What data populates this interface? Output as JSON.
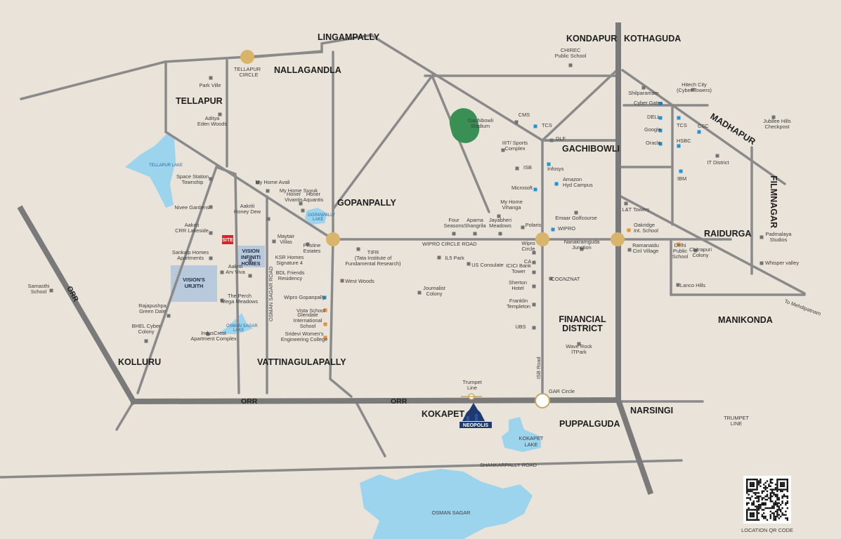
{
  "colors": {
    "background": "#eae3d9",
    "road": "#8a8a8a",
    "major_road": "#7a7a7a",
    "water": "#9cd4ee",
    "junction": "#d9b46b",
    "stadium": "#3a8f55",
    "marker_grey": "#737373",
    "marker_blue": "#2193d8",
    "marker_orange": "#e8902e",
    "site": "#d8232a",
    "highlight_box": "#b7c9da"
  },
  "areas": {
    "lingampally": "LINGAMPALLY",
    "kondapur": "KONDAPUR",
    "kothaguda": "KOTHAGUDA",
    "tellapur": "TELLAPUR",
    "nallagandla": "NALLAGANDLA",
    "gachibowli": "GACHIBOWLI",
    "madhapur": "MADHAPUR",
    "filmnagar": "FILMNAGAR",
    "gopanpally": "GOPANPALLY",
    "raidurga": "RAIDURGA",
    "financial_district": [
      "FINANCIAL",
      "DISTRICT"
    ],
    "manikonda": "MANIKONDA",
    "kolluru": "KOLLURU",
    "vattinagulapally": "VATTINAGULAPALLY",
    "kokapet": "KOKAPET",
    "puppalguda": "PUPPALGUDA",
    "narsingi": "NARSINGI"
  },
  "roads": {
    "orr_1": "ORR",
    "orr_2": "ORR",
    "orr_vertical": "ORR",
    "wipro_circle_road": "WIPRO CIRCLE ROAD",
    "isb_road": "ISB Road",
    "osman_sagar_road": "OSMAN SAGAR ROAD",
    "shankarpally_road": "SHANKARPALLY ROAD",
    "to_mehdipatnam": "To Mehdipatnam"
  },
  "lakes": {
    "tellapur": "TELLAPUR LAKE",
    "gopanpally": [
      "GOPANPALLY",
      "LAKE"
    ],
    "osman_sagar_lake": [
      "OSMAN SAGAR",
      "LAKE"
    ],
    "kokapet": [
      "KOKAPET",
      "LAKE"
    ],
    "osman_sagar": "OSMAN SAGAR"
  },
  "junctions": {
    "tellapur_circle": [
      "TELLAPUR",
      "CIRCLE"
    ],
    "gar_circle": "GAR Circle",
    "trumpet_line": [
      "Trumpet",
      "Line"
    ],
    "trumpet_line_legend": [
      "TRUMPET",
      "LINE"
    ]
  },
  "landmarks": {
    "chirec": [
      "CHIREC",
      "Public School"
    ],
    "park_ville": [
      "Park Ville"
    ],
    "aditya_eden": [
      "Aditya",
      "Eden Woods"
    ],
    "space_station": [
      "Space Station",
      "Township"
    ],
    "nivee": [
      "Nivee Gardens"
    ],
    "aakriti_crr": [
      "Aakriti",
      "CRR Lakeside"
    ],
    "sankalp": [
      "Sankalp Homes",
      "Apartments"
    ],
    "samasthi": [
      "Samasthi",
      "School"
    ],
    "rajapushpa": [
      "Rajapushpa",
      "Green Dale"
    ],
    "bhel": [
      "BHEL Cyber",
      "Colony"
    ],
    "my_home_avali": [
      "My Home Avali"
    ],
    "my_home_suyuk": [
      "My Home Suyuk"
    ],
    "honer_vivantis": [
      "Honer",
      "Vivantis"
    ],
    "honer_aquantis": [
      "Honer",
      "Aquantis"
    ],
    "aakriti_honey": [
      "Aakriti",
      "Honey Dew"
    ],
    "maytair": [
      "Maytair",
      "Villas"
    ],
    "pristine": [
      "Pristine",
      "Estates"
    ],
    "ksr": [
      "KSR Homes",
      "Signature 4"
    ],
    "bdl": [
      "BDL Friends",
      "Residency"
    ],
    "aakriti_arv": [
      "Aakriti",
      "Arv Viva"
    ],
    "the_perch": [
      "The Perch",
      "Mega Meadows"
    ],
    "indus_crest": [
      "IndusCrest",
      "Apartment Complex"
    ],
    "tifr": [
      "TIFR",
      "(Tata Institute of",
      "Fundamental Research)"
    ],
    "west_woods": [
      "West Woods"
    ],
    "journalist": [
      "Journalist",
      "Colony"
    ],
    "il5": [
      "IL5 Park"
    ],
    "us_consulate": [
      "US Consulate"
    ],
    "four_seasons": [
      "Four",
      "Seasons"
    ],
    "aparna": [
      "Aparna",
      "Shangrila"
    ],
    "jayabheri": [
      "Jayabheri",
      "Meadows"
    ],
    "my_home_vihanga": [
      "My Home",
      "Vihanga"
    ],
    "cms": [
      "CMS"
    ],
    "iiit": [
      "IIIT/ Sports",
      "Complex"
    ],
    "isb": [
      "ISB"
    ],
    "polaris": [
      "Polaris"
    ],
    "wipro_circle": [
      "Wipro",
      "Circle"
    ],
    "ca": [
      "CA"
    ],
    "icici": [
      "ICICI Bank",
      "Tower"
    ],
    "sherton": [
      "Sherton",
      "Hotel"
    ],
    "franklin": [
      "Franklin",
      "Templeton"
    ],
    "ubs": [
      "UBS"
    ],
    "cognznat": [
      "COGNZNAT"
    ],
    "wave_rock": [
      "Wave Rock",
      "ITPark"
    ],
    "dlf": [
      "DLF"
    ],
    "emaar": [
      "Emaar Golfcourse"
    ],
    "nanakramguda": [
      "Nanakramguda",
      "Junction"
    ],
    "lt_towers": [
      "L&T Towers"
    ],
    "ramanaidu": [
      "Ramanaidu",
      "Cinl Village"
    ],
    "chitrapuri": [
      "Chitrapuri",
      "Colony"
    ],
    "lanco": [
      "Lanco Hills"
    ],
    "shilparamam": [
      "Shilparamam"
    ],
    "hitech_city": [
      "Hitech City",
      "(Cyber Towers)"
    ],
    "jubilee": [
      "Jubilee Hills",
      "Checkpost"
    ],
    "it_district": [
      "IT District"
    ],
    "padmalaya": [
      "Padmalaya",
      "Studios"
    ],
    "whisper": [
      "Whisper valley"
    ],
    "gachibowli_stadium": [
      "Gachibowli",
      "Stadium"
    ]
  },
  "blue_landmarks": {
    "tcs_gachibowli": "TCS",
    "infosys": "Infosys",
    "microsoft": "Microsoft",
    "amazon": [
      "Amazon",
      "Hyd Campus"
    ],
    "wipro": "WIPRO",
    "wipro_gopanpally": "Wipro Gopanpally",
    "cyber_gates": "Cyber Gates",
    "dell": "DELL",
    "google": "Google",
    "oracle": "Oracle",
    "tcs_madhapur": "TCS",
    "csc": "CSC",
    "hsbc": "HSBC",
    "ibm": "IBM"
  },
  "orange_landmarks": {
    "vista": [
      "Vista School"
    ],
    "glendale": [
      "Glendale",
      "International",
      "School"
    ],
    "sridevi": [
      "Sridevi Women's",
      "Engineering College"
    ],
    "oakridge": [
      "Oakridge",
      "Int. School"
    ],
    "delhi_public": [
      "Delhi",
      "Public",
      "School"
    ]
  },
  "project": {
    "site_label": "SITE",
    "vision_infiniti": [
      "VISION",
      "INFINITI",
      "HOMES"
    ],
    "visions_urjith": [
      "VISION'S",
      "URJITH"
    ],
    "logo_text": "NEOPOLIS"
  },
  "qr": {
    "caption": "LOCATION QR CODE"
  }
}
